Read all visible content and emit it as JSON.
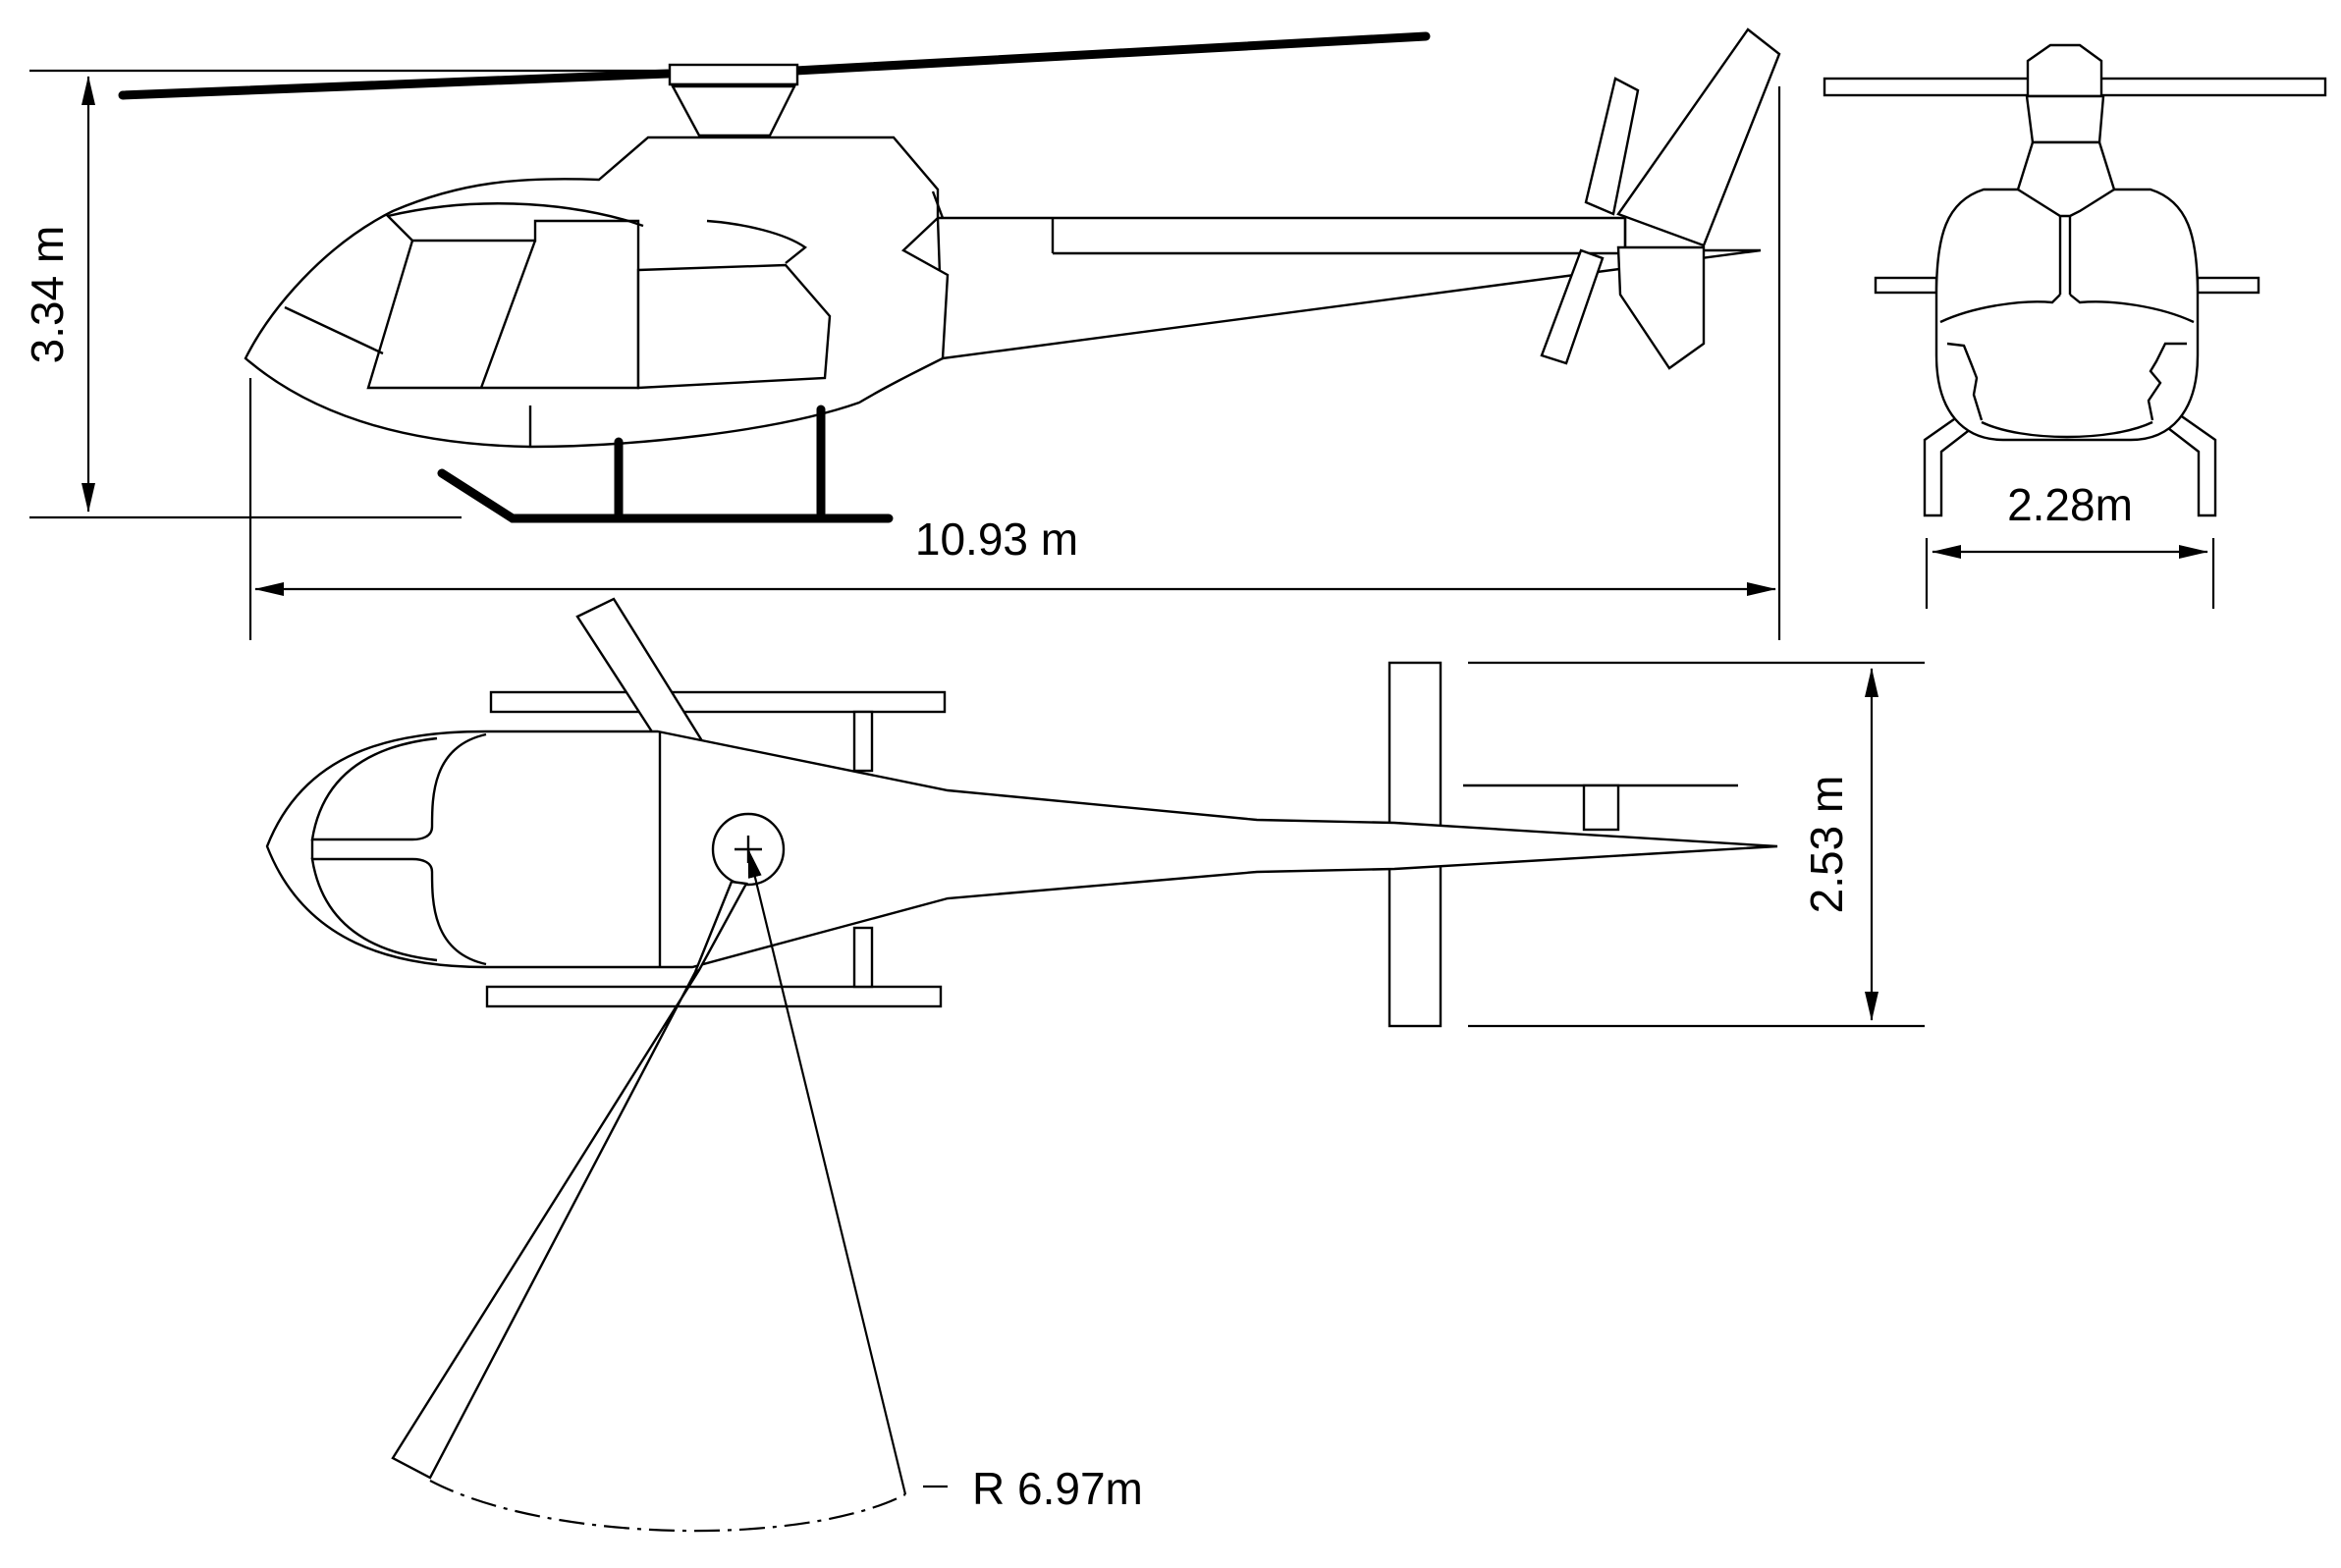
{
  "dimensions": {
    "height": "3.34 m",
    "length": "10.93 m",
    "skid_width": "2.28m",
    "tail_span": "2.53 m",
    "rotor_radius": "R 6.97m"
  }
}
